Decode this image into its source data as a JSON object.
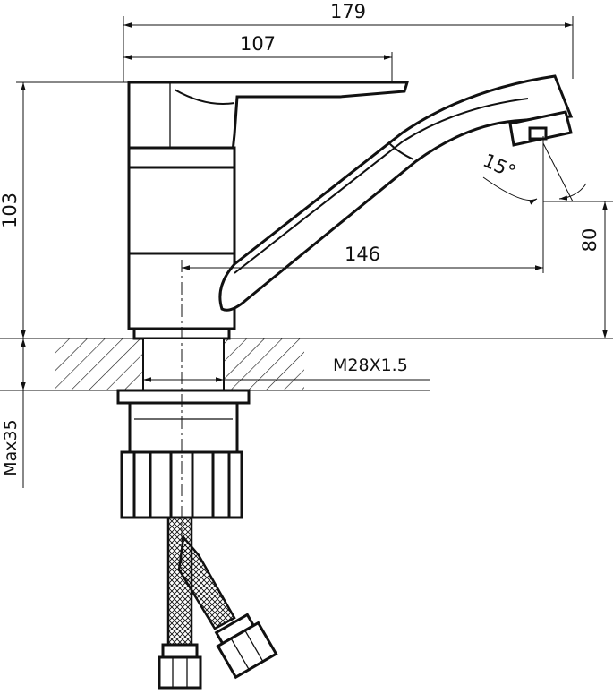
{
  "dimensions": {
    "overall_reach": "179",
    "handle_length": "107",
    "total_height": "103",
    "spout_reach": "146",
    "spout_height": "80",
    "spout_angle": "15°",
    "thread": "M28X1.5",
    "max_counter_thickness": "Max35"
  },
  "colors": {
    "line": "#111111",
    "background": "#ffffff"
  }
}
